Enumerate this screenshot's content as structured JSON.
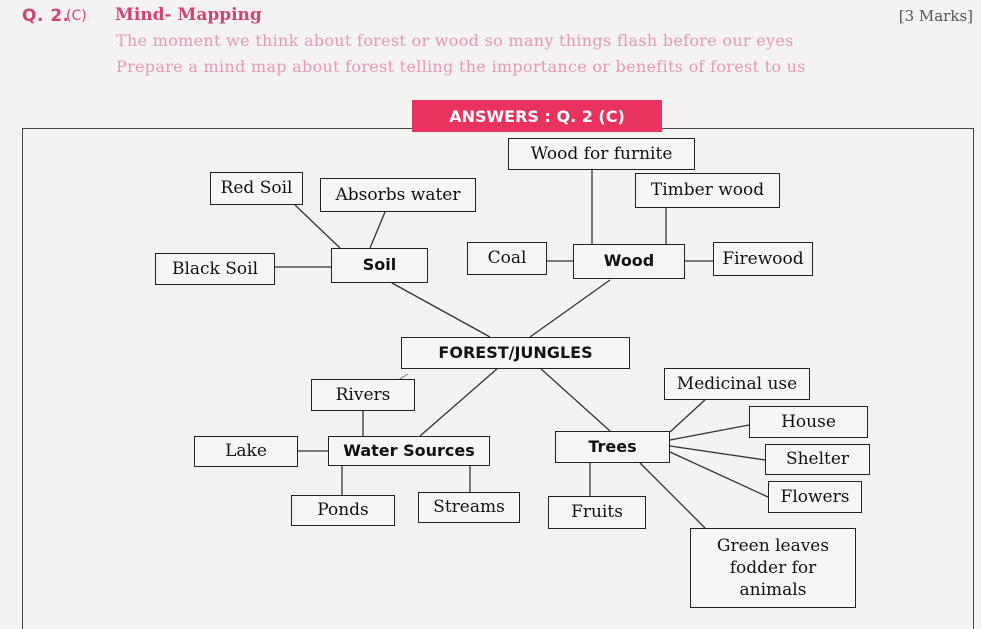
{
  "question": {
    "number": "Q. 2.",
    "part": "(C)",
    "title": "Mind- Mapping",
    "marks": "[3 Marks]",
    "line1": "The moment we think about forest or wood so many things flash before our eyes",
    "line2": "Prepare a mind map about forest telling the importance or benefits of forest to us"
  },
  "answers_banner": "ANSWERS : Q. 2 (C)",
  "mindmap": {
    "center": "FOREST/JUNGLES",
    "soil": {
      "label": "Soil",
      "children": [
        "Red Soil",
        "Absorbs water",
        "Black Soil"
      ]
    },
    "wood": {
      "label": "Wood",
      "children": [
        "Wood for furnite",
        "Timber wood",
        "Coal",
        "Firewood"
      ]
    },
    "water": {
      "label": "Water Sources",
      "children": [
        "Rivers",
        "Lake",
        "Ponds",
        "Streams"
      ]
    },
    "trees": {
      "label": "Trees",
      "children": [
        "Medicinal use",
        "House",
        "Shelter",
        "Flowers",
        "Fruits"
      ],
      "green_leaves": [
        "Green leaves",
        "fodder for",
        "animals"
      ]
    }
  }
}
